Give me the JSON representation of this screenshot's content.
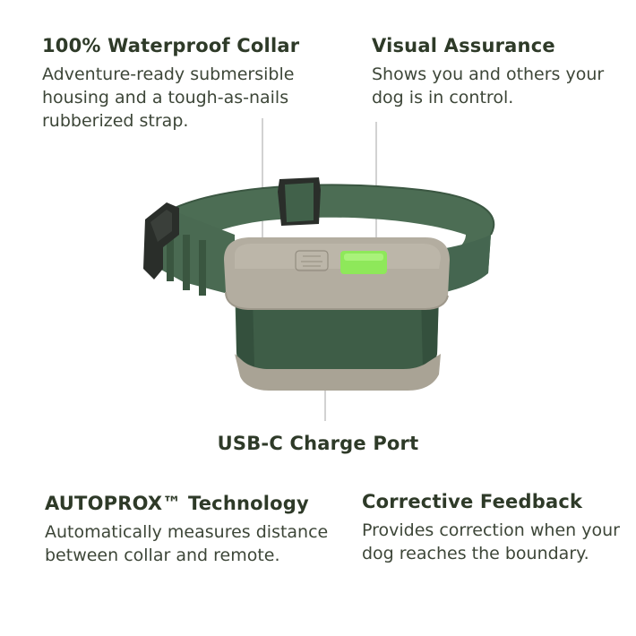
{
  "features": {
    "waterproof": {
      "title": "100% Waterproof Collar",
      "description": "Adventure-ready submersible housing and a tough-as-nails rubberized strap."
    },
    "visual": {
      "title": "Visual Assurance",
      "description": "Shows you and others your dog is in control."
    },
    "usb": {
      "title": "USB-C Charge Port"
    },
    "autoprox": {
      "title": "AUTOPROX™ Technology",
      "description": "Automatically measures distance between collar and remote."
    },
    "corrective": {
      "title": "Corrective Feedback",
      "description": "Provides correction when your dog reaches the boundary."
    }
  },
  "colors": {
    "strap": "#4a6b52",
    "housing_top": "#b3ada0",
    "housing_body": "#3f5e48",
    "indicator_light": "#8ee85a",
    "text": "#2e3a28"
  }
}
